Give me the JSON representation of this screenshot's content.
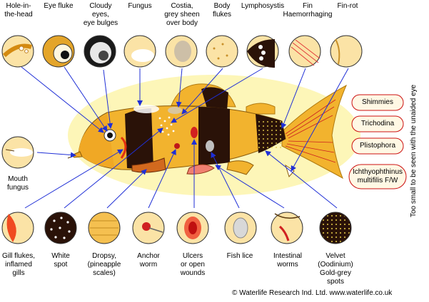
{
  "labels": {
    "hole_in_head_1": "Hole-in-",
    "hole_in_head_2": "the-head",
    "eye_fluke": "Eye fluke",
    "cloudy_1": "Cloudy",
    "cloudy_2": "eyes,",
    "cloudy_3": "eye bulges",
    "fungus": "Fungus",
    "costia_1": "Costia,",
    "costia_2": "grey sheen",
    "costia_3": "over body",
    "body_flukes_1": "Body",
    "body_flukes_2": "flukes",
    "lymphocystis": "Lymphosystis",
    "fin_haem_1": "Fin",
    "fin_haem_2": "Haemorrhaging",
    "fin_rot": "Fin-rot",
    "mouth_1": "Mouth",
    "mouth_2": "fungus",
    "gill_1": "Gill flukes,",
    "gill_2": "inflamed",
    "gill_3": "gills",
    "white_1": "White",
    "white_2": "spot",
    "dropsy_1": "Dropsy,",
    "dropsy_2": "(pineapple",
    "dropsy_3": "scales)",
    "anchor_1": "Anchor",
    "anchor_2": "worm",
    "ulcers_1": "Ulcers",
    "ulcers_2": "or open",
    "ulcers_3": "wounds",
    "fish_lice": "Fish lice",
    "intestinal_1": "Intestinal",
    "intestinal_2": "worms",
    "velvet_1": "Velvet",
    "velvet_2": "(Oodinium)",
    "velvet_3": "Gold-grey",
    "velvet_4": "spots"
  },
  "unseen": {
    "items": [
      "Shimmies",
      "Trichodina",
      "Plistophora"
    ],
    "last_1": "Ichthyophthinus",
    "last_2": "multifilis F/W",
    "caption": "Too small to be seen with the unaided eye"
  },
  "copyright": "© Waterlife Research Ind. Ltd. www.waterlife.co.uk",
  "colors": {
    "halo": "#fdf6b8",
    "fish_yellow": "#f2b32e",
    "fish_band": "#2a1208",
    "arrow": "#1f2fd6",
    "pill_border": "#cc1111",
    "pill_fill": "#fff8e4",
    "circle_fill": "#fbe3a6"
  }
}
